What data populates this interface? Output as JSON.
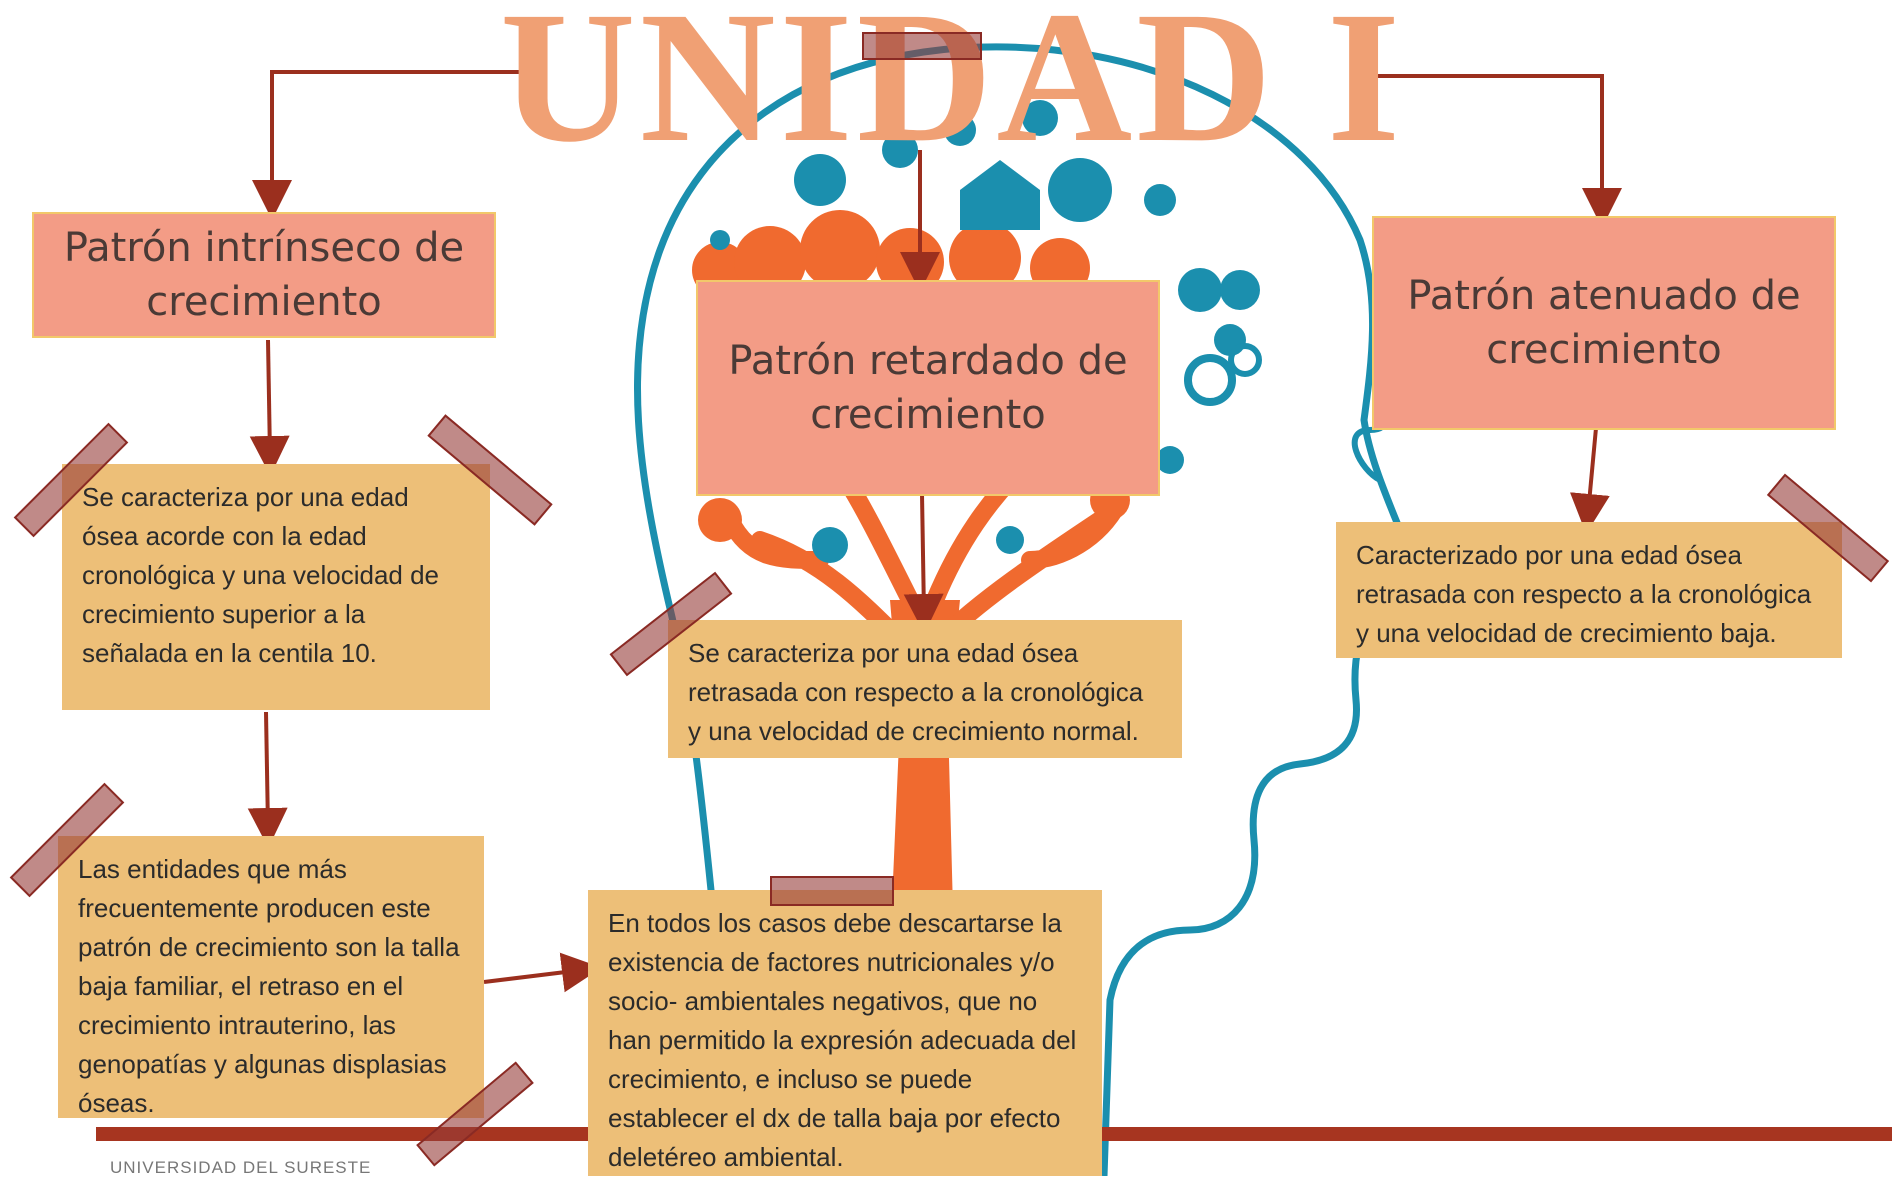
{
  "title": "UNIDAD I",
  "patterns": {
    "intrinsic": "Patrón intrínseco de crecimiento",
    "retarded": "Patrón retardado de crecimiento",
    "attenuated": "Patrón atenuado de crecimiento"
  },
  "notes": {
    "intrinsic_desc": "Se caracteriza por una edad ósea acorde con la edad cronológica y una velocidad de crecimiento superior a la señalada  en la  centila  10.",
    "retarded_desc": "Se caracteriza por una edad ósea retrasada con respecto a la cronológica y una velocidad de crecimiento normal.",
    "attenuated_desc": "Caracterizado por una edad ósea retrasada con respecto a la cronológica y una velocidad de  crecimiento  baja.",
    "entities": "Las entidades que más frecuentemente producen este patrón de crecimiento son la talla baja familiar, el retraso en el crecimiento intrauterino, las genopatías y algunas displasias óseas.",
    "all_cases": "En todos los casos debe descartarse la existencia de factores nutricionales y/o socio- ambientales negativos, que no han permitido la expresión adecuada del crecimiento, e incluso se  puede establecer el dx de  talla  baja  por efecto deletéreo ambiental."
  },
  "footer": "UNIVERSIDAD DEL SURESTE",
  "colors": {
    "title": "#f0a074",
    "pattern_box": "#f39c86",
    "note_box": "#edbf78",
    "arrow": "#9b2f1e",
    "head_outline": "#1b8fae",
    "tree": "#f06a2f",
    "tape": "#96443c"
  }
}
